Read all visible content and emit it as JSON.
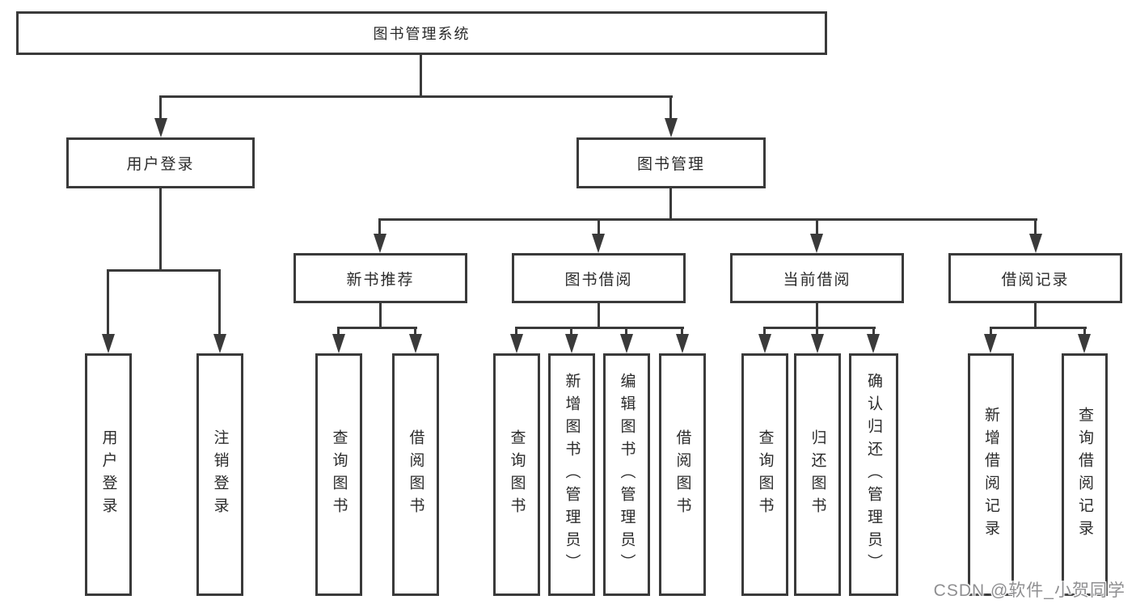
{
  "tree": {
    "label": "图书管理系统",
    "children": [
      {
        "label": "用户登录",
        "children": [
          {
            "label": "用户登录"
          },
          {
            "label": "注销登录"
          }
        ]
      },
      {
        "label": "图书管理",
        "children": [
          {
            "label": "新书推荐",
            "children": [
              {
                "label": "查询图书"
              },
              {
                "label": "借阅图书"
              }
            ]
          },
          {
            "label": "图书借阅",
            "children": [
              {
                "label": "查询图书"
              },
              {
                "label": "新增图书（管理员）"
              },
              {
                "label": "编辑图书（管理员）"
              },
              {
                "label": "借阅图书"
              }
            ]
          },
          {
            "label": "当前借阅",
            "children": [
              {
                "label": "查询图书"
              },
              {
                "label": "归还图书"
              },
              {
                "label": "确认归还（管理员）"
              }
            ]
          },
          {
            "label": "借阅记录",
            "children": [
              {
                "label": "新增借阅记录"
              },
              {
                "label": "查询借阅记录"
              }
            ]
          }
        ]
      }
    ]
  },
  "watermark": {
    "text": "CSDN @软件_小贺同学"
  },
  "colors": {
    "line": "#3a3a3a",
    "box_fill": "#ffffff",
    "text": "#2b2b2b",
    "watermark": "#8f8f91",
    "background": "#ffffff"
  }
}
